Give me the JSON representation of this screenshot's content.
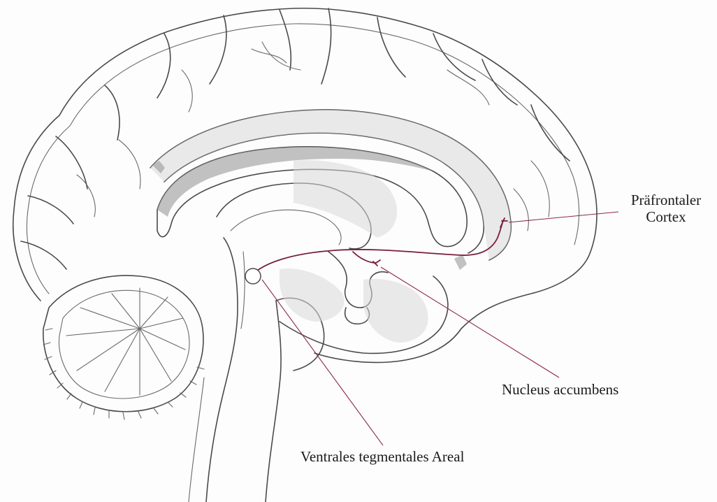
{
  "labels": {
    "prefrontal_line1": "Präfrontaler",
    "prefrontal_line2": "Cortex",
    "nucleus_accumbens": "Nucleus accumbens",
    "vta": "Ventrales tegmentales Areal"
  },
  "colors": {
    "pathway": "#7a1e3c",
    "pencil": "#4a4a4a"
  }
}
